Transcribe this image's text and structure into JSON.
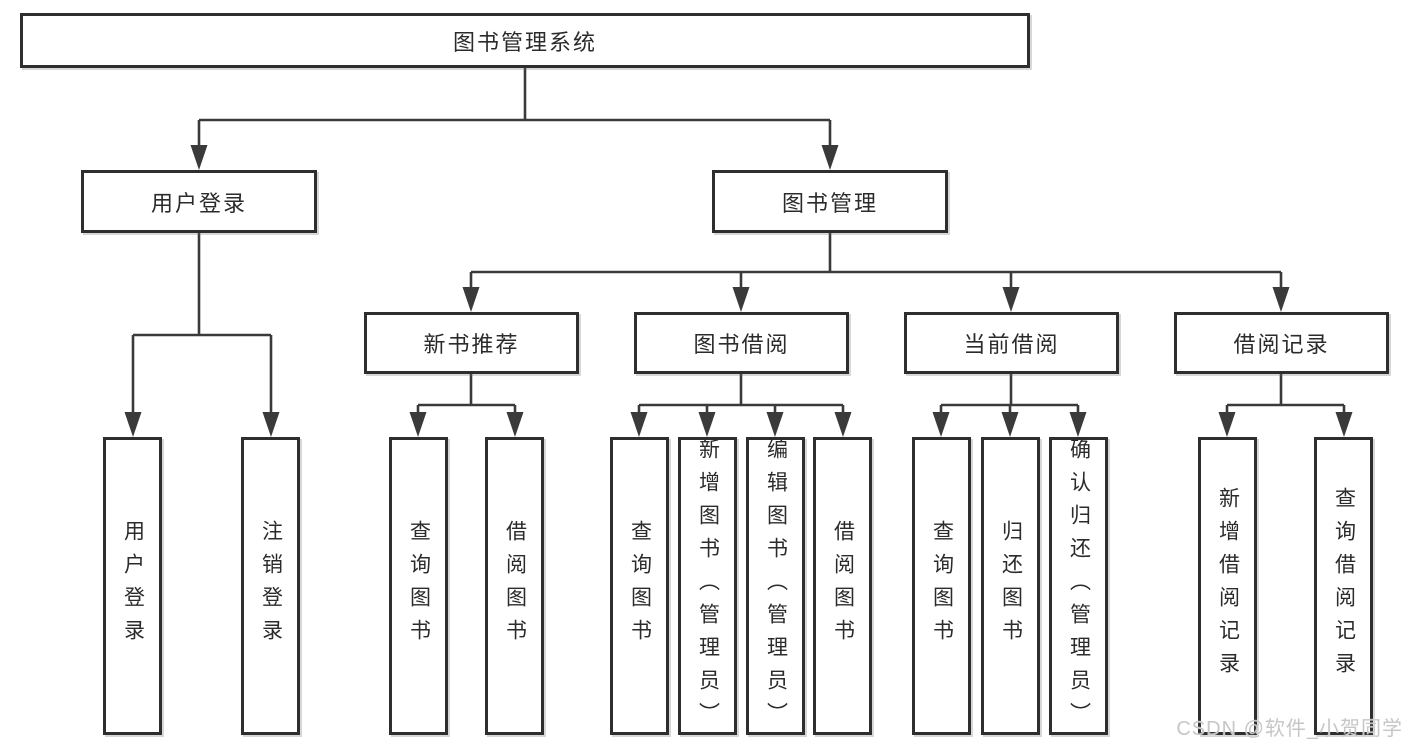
{
  "diagram": {
    "type": "hierarchy",
    "title": "图书管理系统",
    "watermark": "CSDN @软件_小贺同学",
    "colors": {
      "background": "#ffffff",
      "line": "#3a3a3a",
      "box_border": "#2e2e2e",
      "text": "#2b2b2b",
      "watermark": "#c6c6c6"
    },
    "nodes": {
      "root": {
        "label": "图书管理系统"
      },
      "user_login": {
        "label": "用户登录"
      },
      "book_mgmt": {
        "label": "图书管理"
      },
      "new_book_rec": {
        "label": "新书推荐"
      },
      "book_borrow": {
        "label": "图书借阅"
      },
      "current_borrow": {
        "label": "当前借阅"
      },
      "borrow_records": {
        "label": "借阅记录"
      },
      "user_login_leaf": {
        "label": "用户登录"
      },
      "logout_leaf": {
        "label": "注销登录"
      },
      "nbr_query_books": {
        "label": "查询图书"
      },
      "nbr_borrow_books": {
        "label": "借阅图书"
      },
      "bb_query_books": {
        "label": "查询图书"
      },
      "bb_add_books_admin": {
        "label": "新增图书（管理员）"
      },
      "bb_edit_books_admin": {
        "label": "编辑图书（管理员）"
      },
      "bb_borrow_books": {
        "label": "借阅图书"
      },
      "cb_query_books": {
        "label": "查询图书"
      },
      "cb_return_books": {
        "label": "归还图书"
      },
      "cb_confirm_return_admin": {
        "label": "确认归还（管理员）"
      },
      "br_add_record": {
        "label": "新增借阅记录"
      },
      "br_query_record": {
        "label": "查询借阅记录"
      }
    },
    "edges": [
      [
        "root",
        "user_login"
      ],
      [
        "root",
        "book_mgmt"
      ],
      [
        "user_login",
        "user_login_leaf"
      ],
      [
        "user_login",
        "logout_leaf"
      ],
      [
        "book_mgmt",
        "new_book_rec"
      ],
      [
        "book_mgmt",
        "book_borrow"
      ],
      [
        "book_mgmt",
        "current_borrow"
      ],
      [
        "book_mgmt",
        "borrow_records"
      ],
      [
        "new_book_rec",
        "nbr_query_books"
      ],
      [
        "new_book_rec",
        "nbr_borrow_books"
      ],
      [
        "book_borrow",
        "bb_query_books"
      ],
      [
        "book_borrow",
        "bb_add_books_admin"
      ],
      [
        "book_borrow",
        "bb_edit_books_admin"
      ],
      [
        "book_borrow",
        "bb_borrow_books"
      ],
      [
        "current_borrow",
        "cb_query_books"
      ],
      [
        "current_borrow",
        "cb_return_books"
      ],
      [
        "current_borrow",
        "cb_confirm_return_admin"
      ],
      [
        "borrow_records",
        "br_add_record"
      ],
      [
        "borrow_records",
        "br_query_record"
      ]
    ]
  }
}
